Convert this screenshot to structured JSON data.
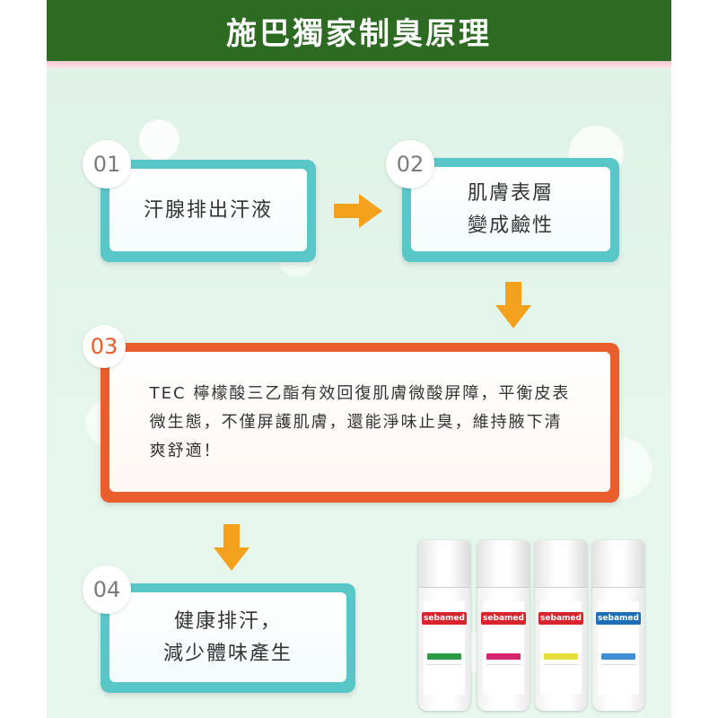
{
  "header": {
    "title": "施巴獨家制臭原理"
  },
  "steps": [
    {
      "number": "01",
      "lines": [
        "汗腺排出汗液"
      ]
    },
    {
      "number": "02",
      "lines": [
        "肌膚表層",
        "變成鹼性"
      ]
    },
    {
      "number": "03",
      "lines": [
        "TEC 檸檬酸三乙酯有效回復肌膚微酸屏障，平衡皮表",
        "微生態，不僅屏護肌膚，還能淨味止臭，維持腋下清",
        "爽舒適！"
      ]
    },
    {
      "number": "04",
      "lines": [
        "健康排汗，",
        "減少體味產生"
      ]
    }
  ],
  "products": {
    "brand": "sebamed",
    "items": [
      {
        "band_color": "#2e9a45"
      },
      {
        "band_color": "#d6246e"
      },
      {
        "band_color": "#e7df3a"
      },
      {
        "band_color": "#3f8ed1"
      }
    ]
  },
  "colors": {
    "header": "#2d6a22",
    "teal": "#59c6c8",
    "orange": "#ea5d2c",
    "arrow": "#f4a21e"
  }
}
